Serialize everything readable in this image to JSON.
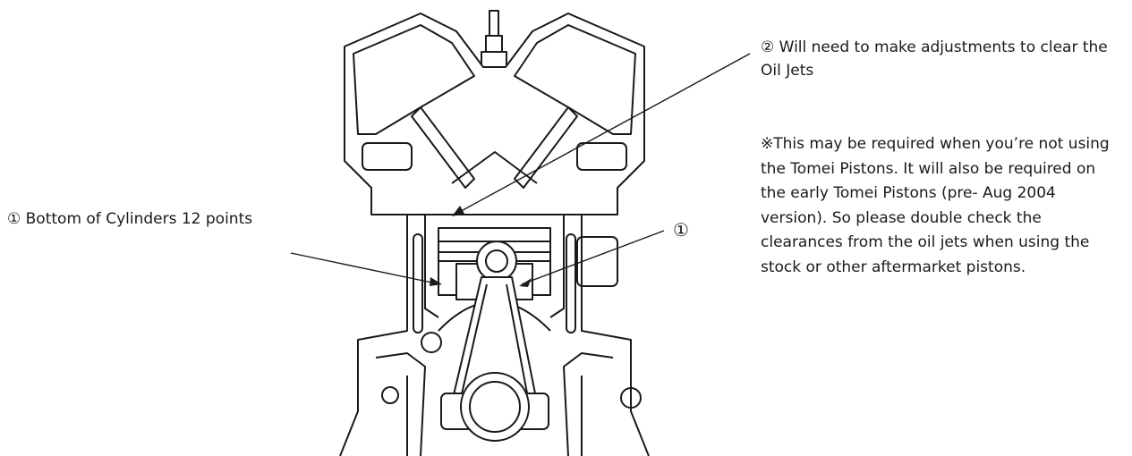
{
  "annotations": {
    "bottom_cylinders": "① Bottom of Cylinders 12 points",
    "marker_one": "①",
    "oil_jets": "② Will need to make adjustments to clear the Oil Jets",
    "note": "※This may be required when you’re not using the Tomei Pistons. It will also be required on the early Tomei Pistons (pre- Aug 2004 version). So please double check the clearances from the oil jets when using the stock or other aftermarket pistons."
  },
  "colors": {
    "ink": "#1a1a1a",
    "background": "#ffffff"
  }
}
